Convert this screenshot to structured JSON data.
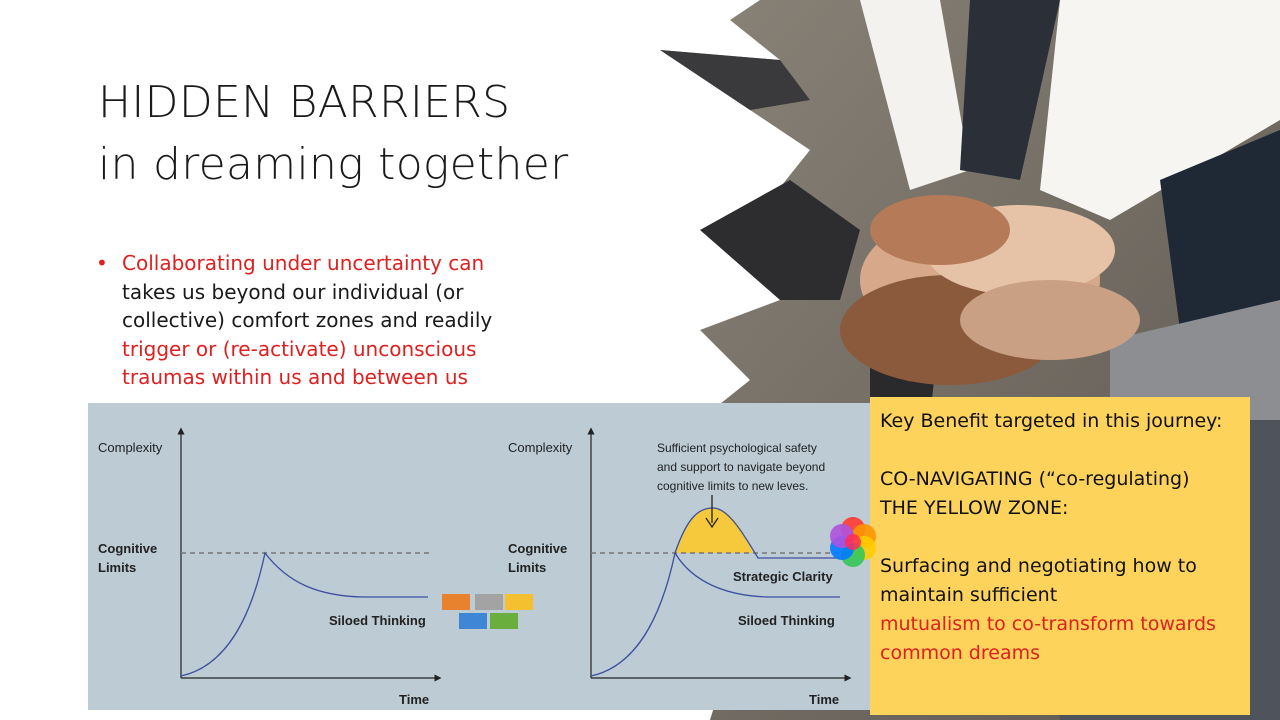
{
  "slide": {
    "title_line1": "HIDDEN BARRIERS",
    "title_line2": "in dreaming together",
    "bullet": {
      "red_part1": "Collaborating under uncertainty can",
      "black_part": "takes us beyond our individual (or collective) comfort zones and readily",
      "red_part2": "trigger or (re-activate) unconscious traumas within us and between us"
    }
  },
  "diagram_left": {
    "y_axis_label": "Complexity",
    "limit_label_line1": "Cognitive",
    "limit_label_line2": "Limits",
    "curve_label": "Siloed Thinking",
    "x_axis_label": "Time"
  },
  "diagram_right": {
    "y_axis_label": "Complexity",
    "limit_label_line1": "Cognitive",
    "limit_label_line2": "Limits",
    "note_line1": "Sufficient psychological safety",
    "note_line2": "and support to navigate beyond",
    "note_line3": "cognitive limits to new leves.",
    "upper_curve_label": "Strategic Clarity",
    "lower_curve_label": "Siloed Thinking",
    "x_axis_label": "Time"
  },
  "middle_boxes": {
    "colors": [
      "#e8822e",
      "#a3a3a3",
      "#f4c030",
      "#3f86d6",
      "#6aaf3d"
    ]
  },
  "benefit": {
    "line1": "Key Benefit targeted in this journey:",
    "line2": "CO-NAVIGATING (“co-regulating)",
    "line3": "THE YELLOW ZONE:",
    "line4": "Surfacing and negotiating how to",
    "line5": "maintain sufficient",
    "line6_red": "mutualism to co-transform towards",
    "line7_red": "common dreams"
  },
  "colors": {
    "accent_red": "#e02020",
    "panel_bg": "#bccbd4",
    "benefit_bg": "#fdd35c",
    "curve_blue": "#3c4fa0",
    "yellow_zone": "#f6c93d"
  }
}
